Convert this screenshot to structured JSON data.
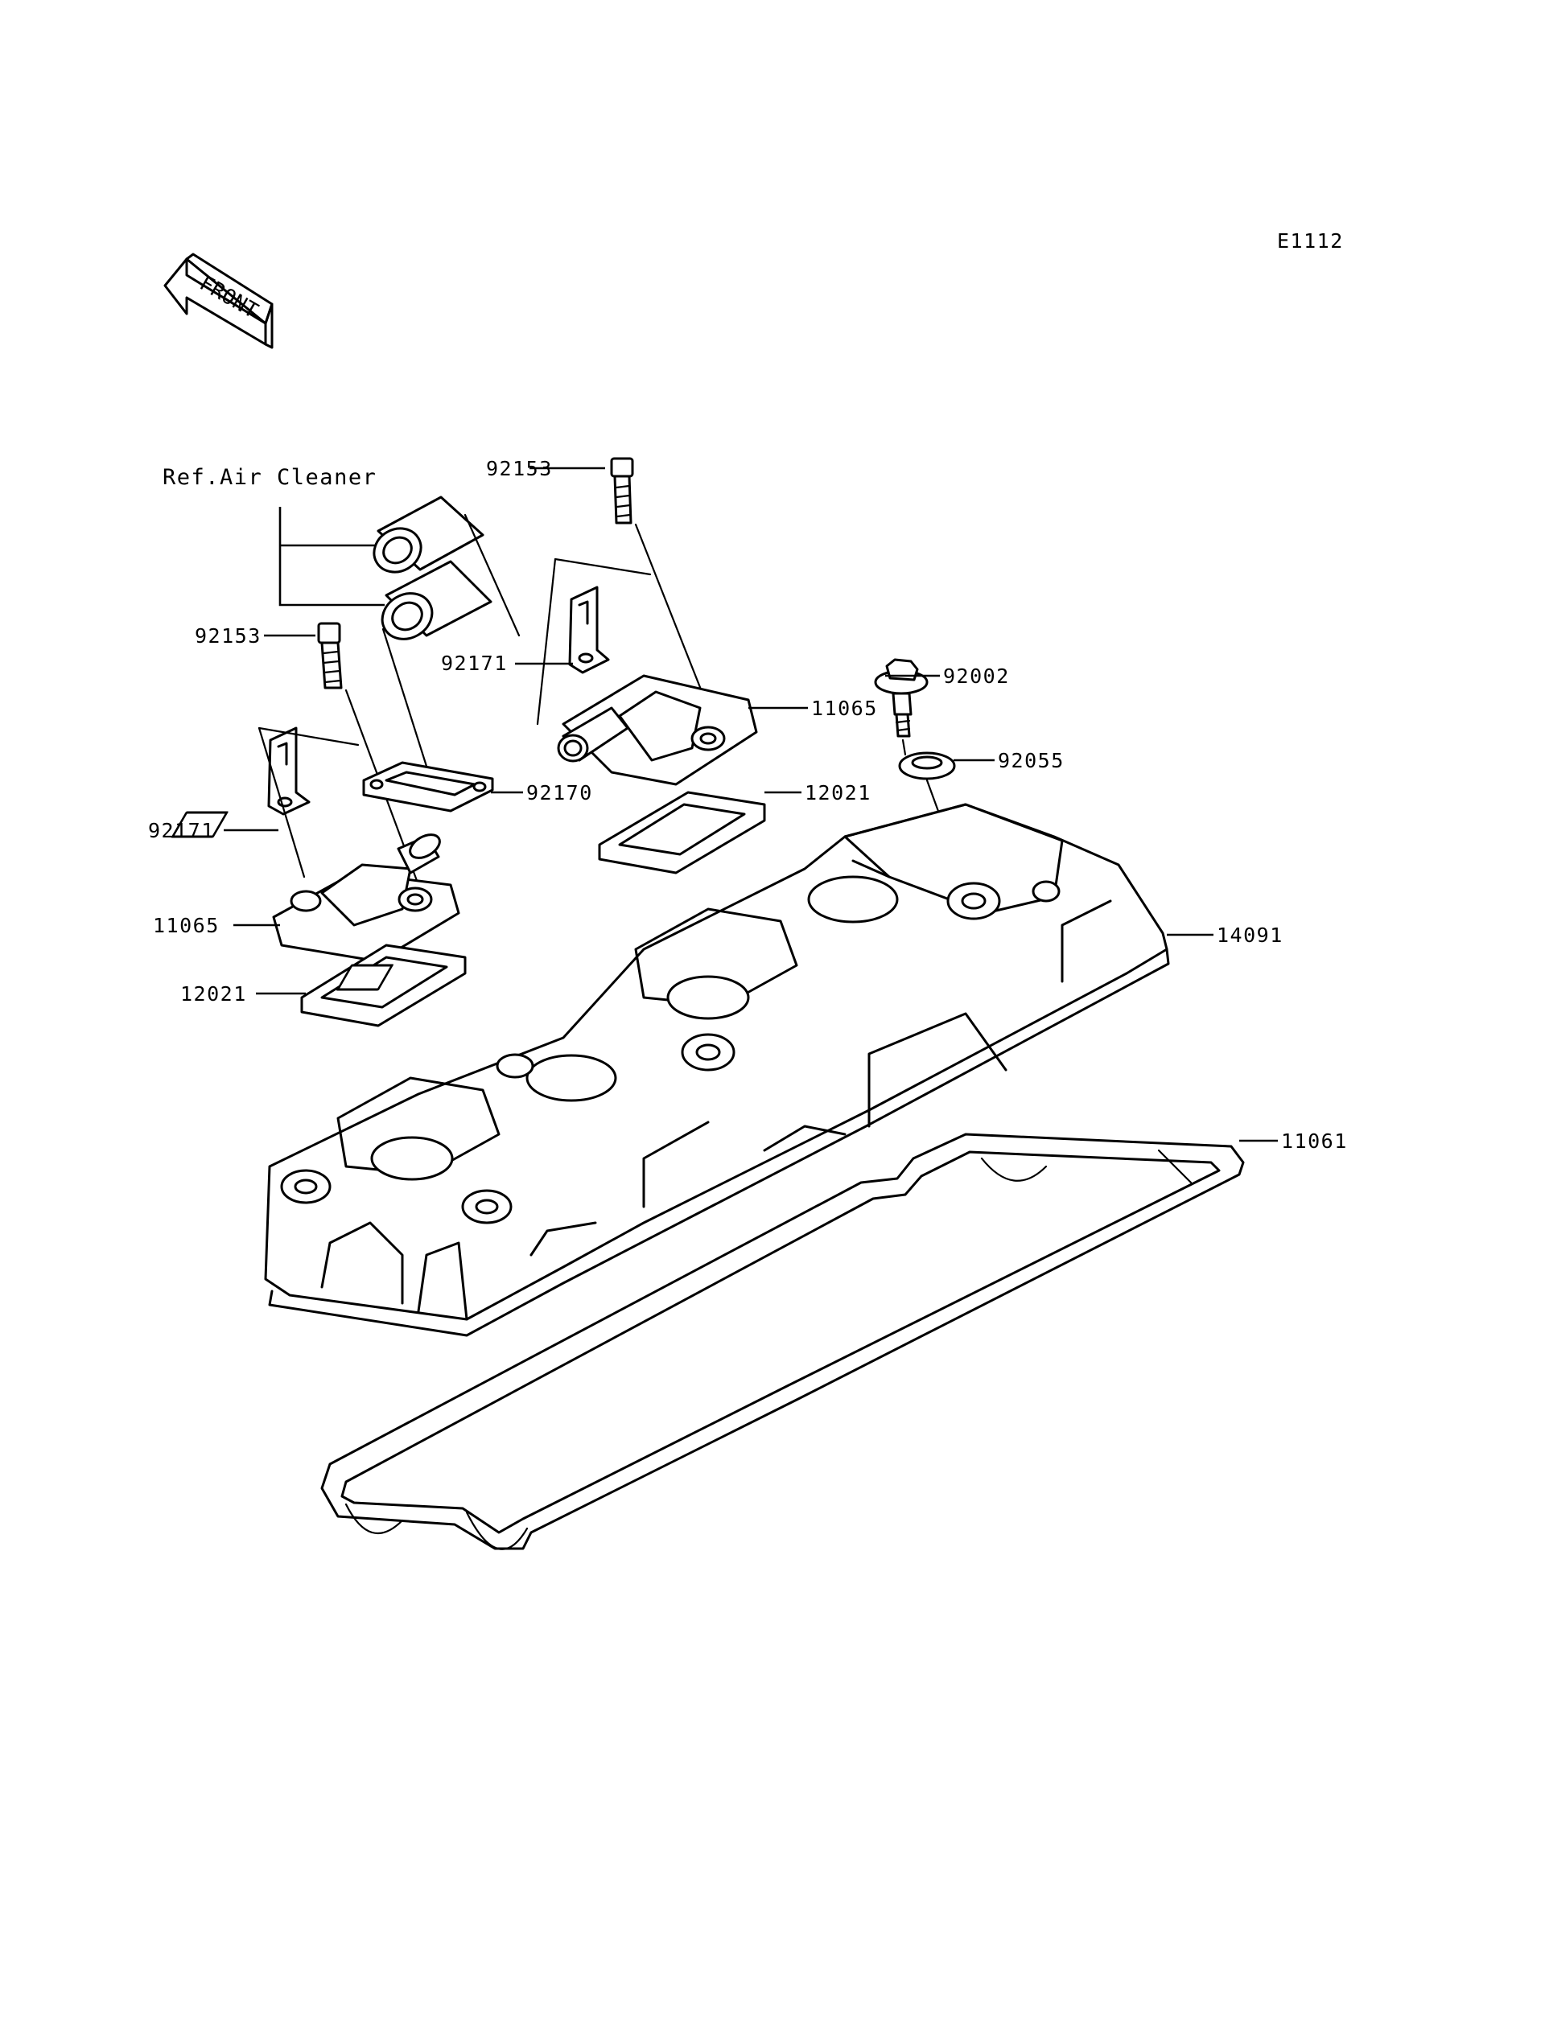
{
  "diagram_code": "E1112",
  "front_arrow_text": "FRONT",
  "reference_note": "Ref.Air Cleaner",
  "callouts": {
    "bolt_top": "92153",
    "bolt_left": "92153",
    "bracket_top": "92171",
    "bracket_left": "92171",
    "valve_cover_top": "11065",
    "valve_cover_left": "11065",
    "plate": "92170",
    "reed_valve_top": "12021",
    "reed_valve_left": "12021",
    "bolt_head_cover": "92002",
    "grommet": "92055",
    "head_cover": "14091",
    "gasket": "11061"
  }
}
